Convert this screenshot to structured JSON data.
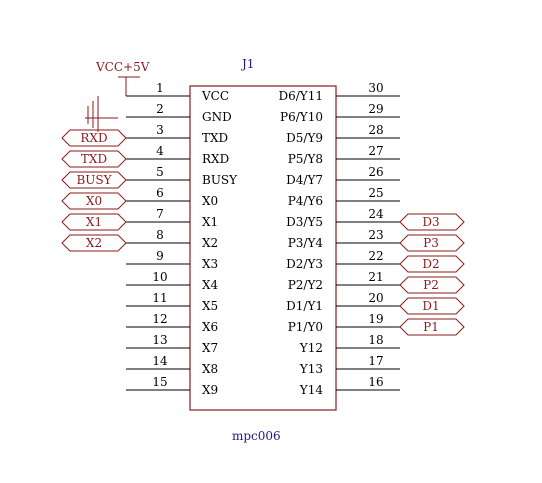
{
  "component": {
    "ref": "J1",
    "part": "mpc006"
  },
  "power_label": "VCC+5V",
  "left_pins": [
    {
      "num": "1",
      "name": "VCC"
    },
    {
      "num": "2",
      "name": "GND"
    },
    {
      "num": "3",
      "name": "TXD"
    },
    {
      "num": "4",
      "name": "RXD"
    },
    {
      "num": "5",
      "name": "BUSY"
    },
    {
      "num": "6",
      "name": "X0"
    },
    {
      "num": "7",
      "name": "X1"
    },
    {
      "num": "8",
      "name": "X2"
    },
    {
      "num": "9",
      "name": "X3"
    },
    {
      "num": "10",
      "name": "X4"
    },
    {
      "num": "11",
      "name": "X5"
    },
    {
      "num": "12",
      "name": "X6"
    },
    {
      "num": "13",
      "name": "X7"
    },
    {
      "num": "14",
      "name": "X8"
    },
    {
      "num": "15",
      "name": "X9"
    }
  ],
  "right_pins": [
    {
      "num": "30",
      "name": "D6/Y11"
    },
    {
      "num": "29",
      "name": "P6/Y10"
    },
    {
      "num": "28",
      "name": "D5/Y9"
    },
    {
      "num": "27",
      "name": "P5/Y8"
    },
    {
      "num": "26",
      "name": "D4/Y7"
    },
    {
      "num": "25",
      "name": "P4/Y6"
    },
    {
      "num": "24",
      "name": "D3/Y5"
    },
    {
      "num": "23",
      "name": "P3/Y4"
    },
    {
      "num": "22",
      "name": "D2/Y3"
    },
    {
      "num": "21",
      "name": "P2/Y2"
    },
    {
      "num": "20",
      "name": "D1/Y1"
    },
    {
      "num": "19",
      "name": "P1/Y0"
    },
    {
      "num": "18",
      "name": "Y12"
    },
    {
      "num": "17",
      "name": "Y13"
    },
    {
      "num": "16",
      "name": "Y14"
    }
  ],
  "left_ports": [
    {
      "label": "RXD",
      "pin": 3
    },
    {
      "label": "TXD",
      "pin": 4
    },
    {
      "label": "BUSY",
      "pin": 5
    },
    {
      "label": "X0",
      "pin": 6
    },
    {
      "label": "X1",
      "pin": 7
    },
    {
      "label": "X2",
      "pin": 8
    }
  ],
  "right_ports": [
    {
      "label": "D3",
      "pin": 24
    },
    {
      "label": "P3",
      "pin": 23
    },
    {
      "label": "D2",
      "pin": 22
    },
    {
      "label": "P2",
      "pin": 21
    },
    {
      "label": "D1",
      "pin": 20
    },
    {
      "label": "P1",
      "pin": 19
    }
  ],
  "colors": {
    "symbol": "#8b1a1a",
    "wire": "#000000",
    "part_text": "#1a1a8b"
  }
}
